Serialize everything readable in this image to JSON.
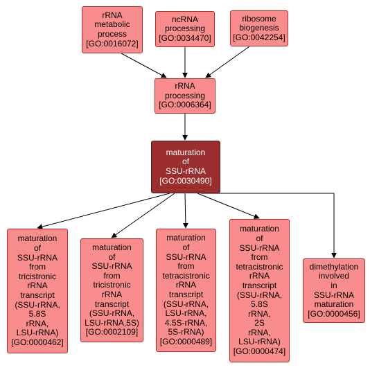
{
  "nodes": {
    "n1": {
      "lines": [
        "rRNA",
        "metabolic",
        "process",
        "[GO:0016072]"
      ]
    },
    "n2": {
      "lines": [
        "ncRNA",
        "processing",
        "[GO:0034470]"
      ]
    },
    "n3": {
      "lines": [
        "ribosome",
        "biogenesis",
        "[GO:0042254]"
      ]
    },
    "n4": {
      "lines": [
        "rRNA",
        "processing",
        "[GO:0006364]"
      ]
    },
    "n5": {
      "lines": [
        "maturation",
        "of",
        "SSU-rRNA",
        "[GO:0030490]"
      ]
    },
    "n6": {
      "lines": [
        "maturation",
        "of",
        "SSU-rRNA",
        "from",
        "tricistronic",
        "rRNA",
        "transcript",
        "(SSU-rRNA,",
        "5.8S",
        "rRNA,",
        "LSU-rRNA)",
        "[GO:0000462]"
      ]
    },
    "n7": {
      "lines": [
        "maturation",
        "of",
        "SSU-rRNA",
        "from",
        "tricistronic",
        "rRNA",
        "transcript",
        "(SSU-rRNA,",
        "LSU-rRNA,5S)",
        "[GO:0002109]"
      ]
    },
    "n8": {
      "lines": [
        "maturation",
        "of",
        "SSU-rRNA",
        "from",
        "tetracistronic",
        "rRNA",
        "transcript",
        "(SSU-rRNA,",
        "LSU-rRNA,",
        "4.5S-rRNA,",
        "5S-rRNA)",
        "[GO:0000489]"
      ]
    },
    "n9": {
      "lines": [
        "maturation",
        "of",
        "SSU-rRNA",
        "from",
        "tetracistronic",
        "rRNA",
        "transcript",
        "(SSU-rRNA,",
        "5.8S",
        "rRNA,",
        "2S",
        "rRNA,",
        "LSU-rRNA)",
        "[GO:0000474]"
      ]
    },
    "n10": {
      "lines": [
        "dimethylation",
        "involved",
        "in",
        "SSU-rRNA",
        "maturation",
        "[GO:0000456]"
      ]
    }
  },
  "colors": {
    "node_fill": "#f98c8c",
    "node_border": "#b92a2a",
    "focus_fill": "#9a2e2e",
    "focus_text": "#ffffff",
    "edge": "#000000"
  }
}
